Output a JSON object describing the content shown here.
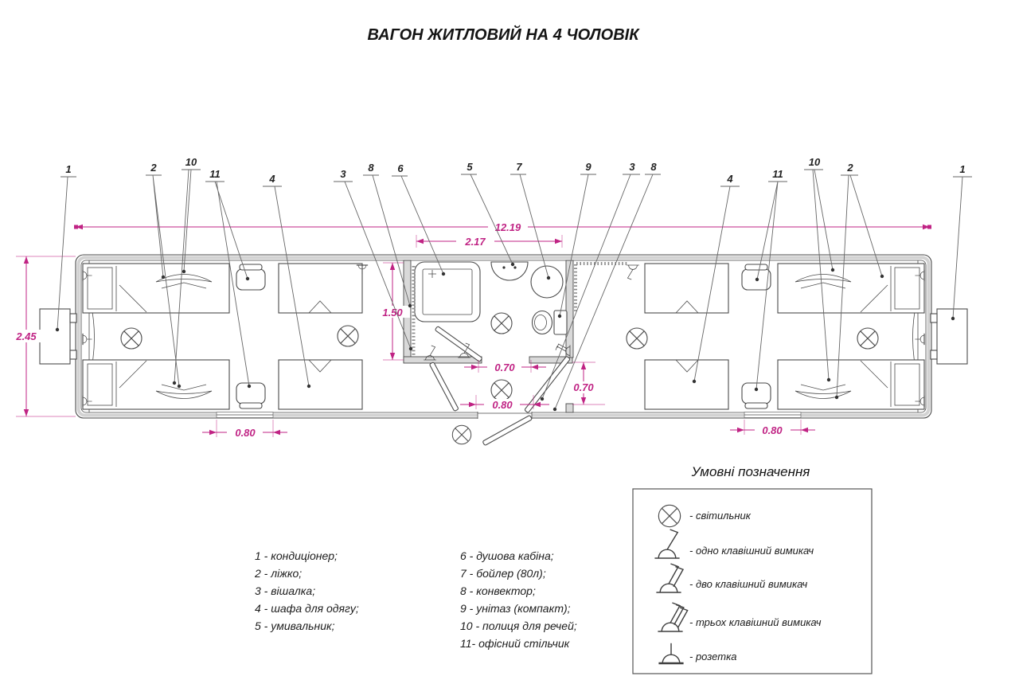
{
  "title": "ВАГОН ЖИТЛОВИЙ НА 4 ЧОЛОВІК",
  "colors": {
    "dimension_magenta": "#c02384",
    "drawing_line": "#4a4a4a",
    "wall_fill": "#d9d9d9"
  },
  "dimensions": {
    "overall_length": "12.19",
    "sanitary_block_length": "2.17",
    "wagon_width": "2.45",
    "sanitary_block_width": "1.50",
    "wc_door_width": "0.70",
    "vestibule_depth": "0.70",
    "entrance_door_width": "0.80",
    "left_window_width": "0.80",
    "right_window_width": "0.80"
  },
  "callouts": [
    "1",
    "2",
    "10",
    "11",
    "4",
    "3",
    "8",
    "6",
    "5",
    "7",
    "9",
    "3",
    "8",
    "4",
    "11",
    "10",
    "2",
    "1"
  ],
  "legend": {
    "title": "Умовні позначення",
    "items": [
      {
        "icon": "lamp-symbol",
        "label": "- світильник"
      },
      {
        "icon": "one-key-switch-symbol",
        "label": "- одно клавішний вимикач"
      },
      {
        "icon": "two-key-switch-symbol",
        "label": "- дво клавішний вимикач"
      },
      {
        "icon": "three-key-switch-symbol",
        "label": "- трьох клавішний вимикач"
      },
      {
        "icon": "socket-symbol",
        "label": "- розетка"
      }
    ]
  },
  "parts_list": {
    "column1": [
      "1 - кондиціонер;",
      "2 - ліжко;",
      "3 - вішалка;",
      "4 - шафа для одягу;",
      "5 - умивальник;"
    ],
    "column2": [
      "6 - душова кабіна;",
      "7 - бойлер (80л);",
      "8 - конвектор;",
      "9 - унітаз (компакт);",
      "10 - полиця для речей;",
      "11- офісний стільчик"
    ]
  }
}
